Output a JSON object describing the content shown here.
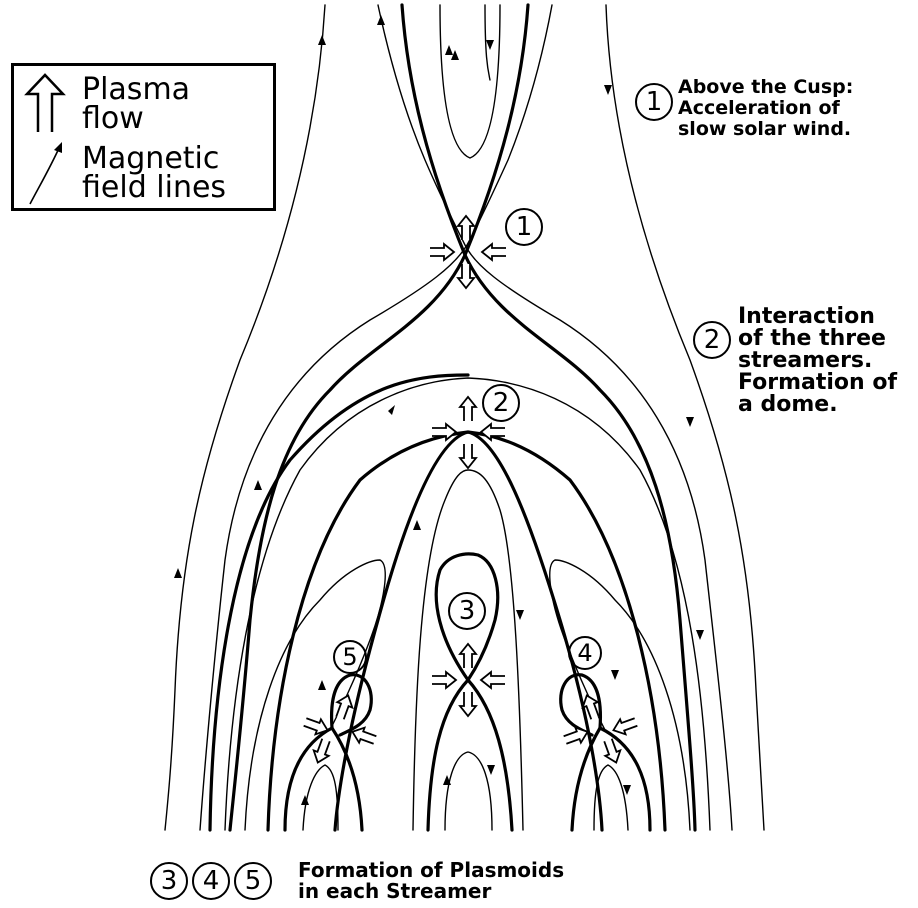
{
  "legend": {
    "flow_label": "Plasma\nflow",
    "field_label": "Magnetic\nfield lines"
  },
  "annotations": {
    "cusp": {
      "marker": "1",
      "text": "Above the Cusp:\nAcceleration of\nslow solar wind."
    },
    "dome": {
      "marker": "2",
      "text": "Interaction\nof the three\nstreamers.\nFormation of\na dome."
    },
    "plasmoids": {
      "markers": [
        "3",
        "4",
        "5"
      ],
      "text": "Formation of Plasmoids\nin each Streamer"
    }
  },
  "diagram_markers": [
    "1",
    "2",
    "3",
    "4",
    "5"
  ],
  "colors": {
    "ink": "#000000",
    "background": "#ffffff"
  }
}
